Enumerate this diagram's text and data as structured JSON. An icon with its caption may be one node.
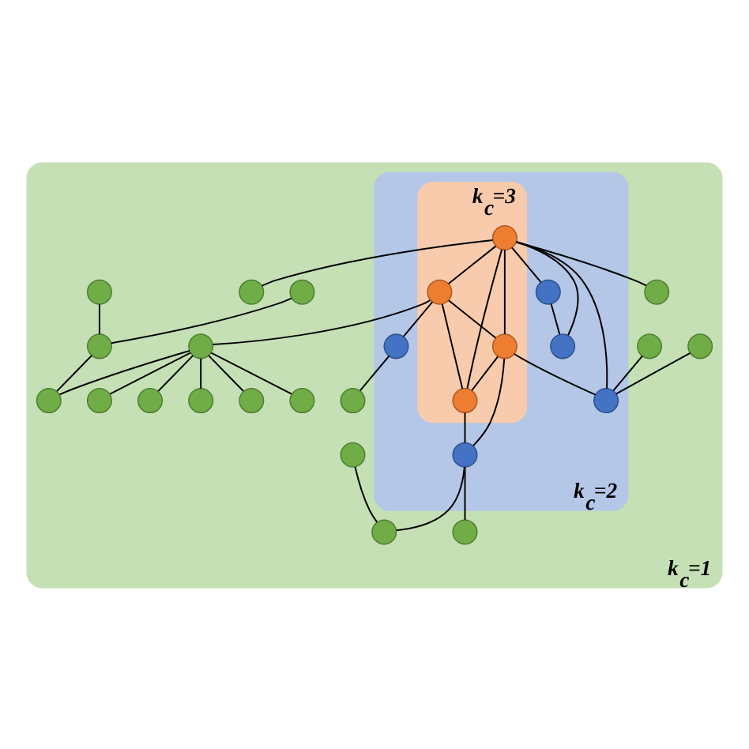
{
  "diagram": {
    "nodes": [
      {
        "text": [
          "k$_{c}$=1"
        ]
      },
      {
        "text": [
          "k$_{c}$=2"
        ],
        "in": 0
      },
      {
        "text": [
          "k$_{c}$=3"
        ],
        "in": 1
      },
      {
        "text": [],
        "shape": "circle",
        "in": 0
      },
      {
        "text": [],
        "shape": "circle",
        "in": 0
      },
      {
        "text": [],
        "shape": "circle",
        "in": 0
      },
      {
        "text": [],
        "shape": "circle",
        "in": 0
      },
      {
        "text": [],
        "shape": "circle",
        "in": 0
      },
      {
        "text": [],
        "shape": "circle",
        "in": 0
      },
      {
        "text": [],
        "shape": "circle",
        "in": 0
      },
      {
        "text": [],
        "shape": "circle",
        "in": 0
      },
      {
        "text": [],
        "shape": "circle",
        "in": 0
      },
      {
        "text": [],
        "shape": "circle",
        "in": 0
      },
      {
        "text": [],
        "shape": "circle",
        "in": 1
      },
      {
        "text": [],
        "shape": "circle",
        "in": 0
      },
      {
        "text": [],
        "shape": "circle",
        "in": 0
      },
      {
        "text": [],
        "shape": "circle",
        "in": 1
      },
      {
        "text": [],
        "shape": "circle",
        "in": 1
      },
      {
        "text": [],
        "shape": "circle",
        "in": 0
      },
      {
        "text": [],
        "shape": "circle",
        "in": 0
      },
      {
        "text": [],
        "shape": "circle",
        "in": 2
      },
      {
        "text": [],
        "shape": "circle",
        "in": 2
      },
      {
        "text": [],
        "shape": "circle",
        "in": 2
      },
      {
        "text": [],
        "shape": "circle",
        "in": 0
      },
      {
        "text": [],
        "shape": "circle",
        "in": 1
      },
      {
        "text": [],
        "shape": "circle",
        "in": 2
      },
      {
        "text": [],
        "shape": "circle",
        "in": 0
      },
      {
        "text": [],
        "shape": "circle",
        "in": 1
      },
      {
        "text": [],
        "shape": "circle",
        "in": 0
      },
      {
        "text": [],
        "shape": "circle",
        "in": 0
      }
    ],
    "edges": [
      {
        "from": 20,
        "to": 7,
        "arrow": "none"
      },
      {
        "from": 20,
        "to": 4,
        "arrow": "none"
      },
      {
        "from": 8,
        "to": 17,
        "arrow": "none"
      },
      {
        "from": 11,
        "to": 17,
        "arrow": "none"
      },
      {
        "from": 3,
        "to": 6,
        "arrow": "none"
      },
      {
        "from": 5,
        "to": 6,
        "arrow": "none"
      },
      {
        "from": 6,
        "to": 10,
        "arrow": "none"
      },
      {
        "from": 14,
        "to": 10,
        "arrow": "none"
      },
      {
        "from": 14,
        "to": 12,
        "arrow": "none"
      },
      {
        "from": 14,
        "to": 9,
        "arrow": "none"
      },
      {
        "from": 14,
        "to": 15,
        "arrow": "none"
      },
      {
        "from": 14,
        "to": 18,
        "arrow": "none"
      },
      {
        "from": 14,
        "to": 19,
        "arrow": "none"
      },
      {
        "from": 21,
        "to": 14,
        "arrow": "none"
      },
      {
        "from": 24,
        "to": 23,
        "arrow": "none"
      },
      {
        "from": 26,
        "to": 28,
        "arrow": "none"
      },
      {
        "from": 27,
        "to": 28,
        "arrow": "none"
      },
      {
        "from": 27,
        "to": 29,
        "arrow": "none"
      },
      {
        "from": 20,
        "to": 17,
        "arrow": "none"
      },
      {
        "from": 20,
        "to": 13,
        "arrow": "none"
      },
      {
        "from": 20,
        "to": 16,
        "arrow": "none"
      },
      {
        "from": 13,
        "to": 16,
        "arrow": "none"
      },
      {
        "from": 20,
        "to": 21,
        "arrow": "none"
      },
      {
        "from": 20,
        "to": 22,
        "arrow": "none"
      },
      {
        "from": 20,
        "to": 25,
        "arrow": "none"
      },
      {
        "from": 21,
        "to": 22,
        "arrow": "none"
      },
      {
        "from": 21,
        "to": 25,
        "arrow": "none"
      },
      {
        "from": 21,
        "to": 24,
        "arrow": "none"
      },
      {
        "from": 22,
        "to": 17,
        "arrow": "none"
      },
      {
        "from": 22,
        "to": 25,
        "arrow": "none"
      },
      {
        "from": 22,
        "to": 27,
        "arrow": "none"
      },
      {
        "from": 25,
        "to": 27,
        "arrow": "none"
      }
    ]
  }
}
